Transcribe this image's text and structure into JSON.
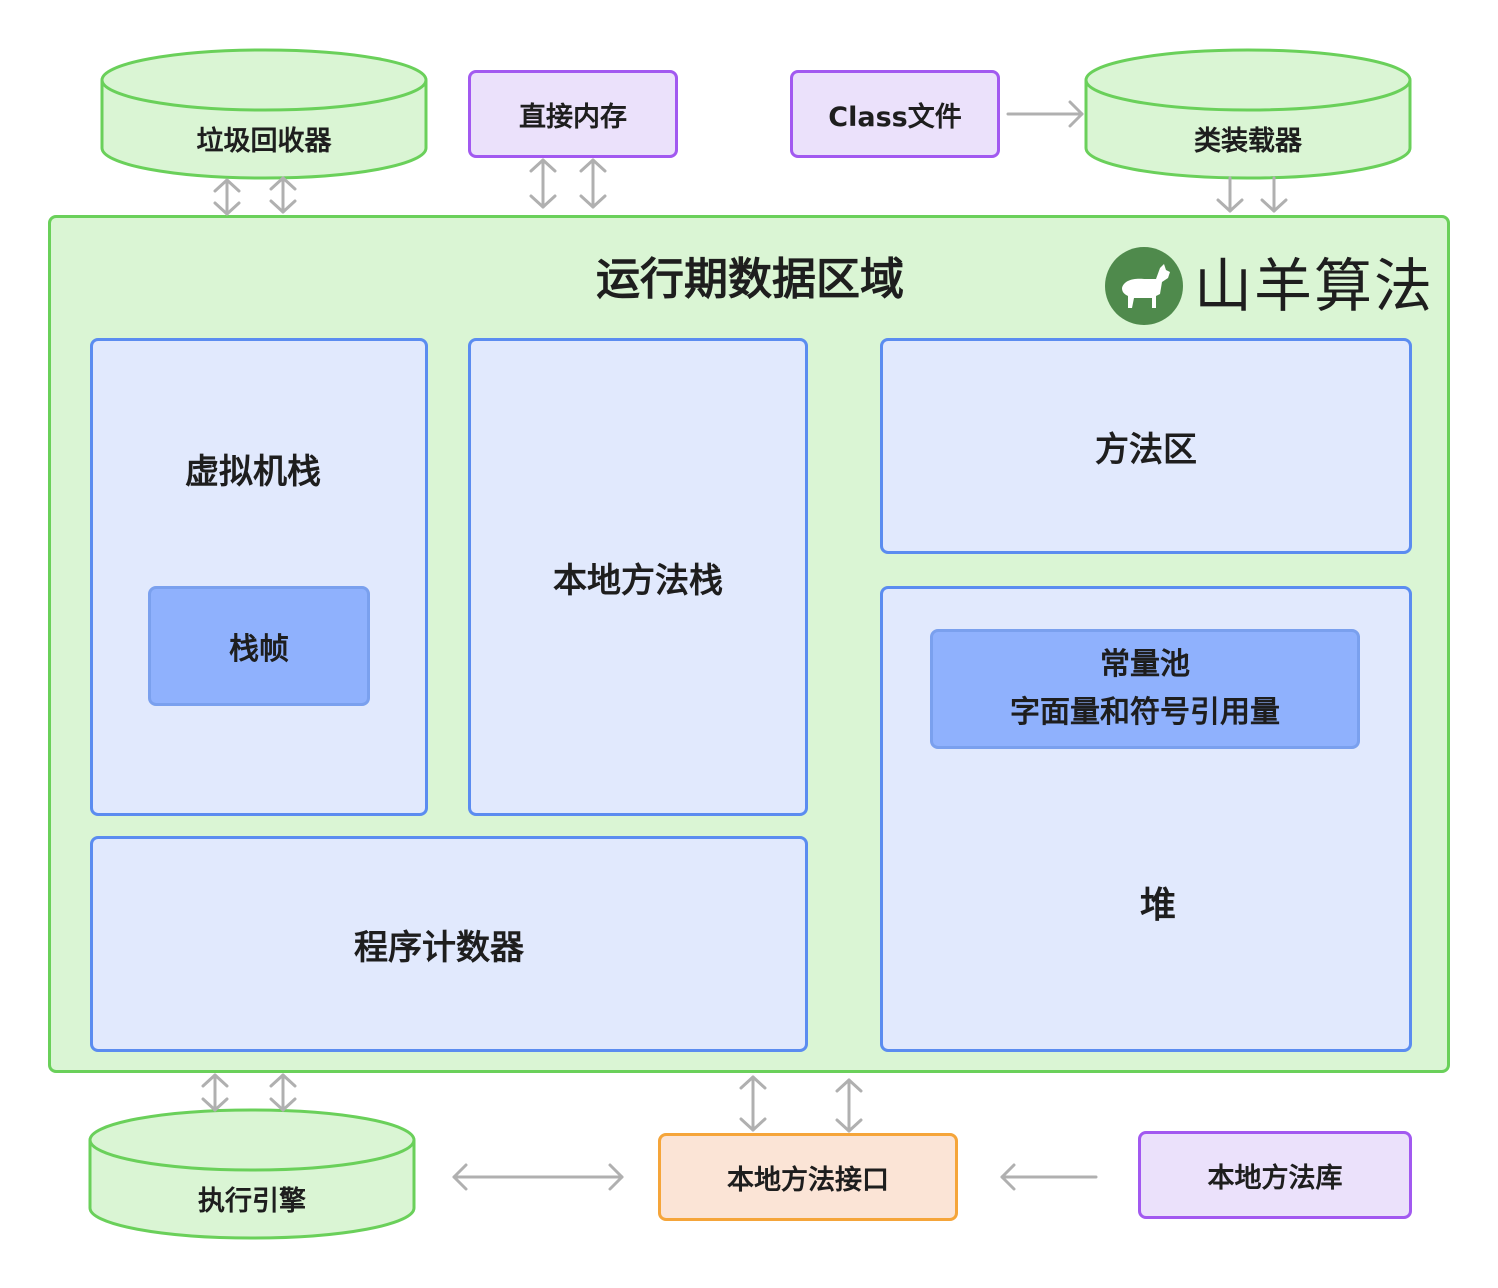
{
  "top": {
    "garbage_collector": "垃圾回收器",
    "direct_memory": "直接内存",
    "class_file": "Class文件",
    "class_loader": "类装载器"
  },
  "runtime": {
    "title": "运行期数据区域",
    "brand": "山羊算法",
    "vm_stack": "虚拟机栈",
    "stack_frame": "栈帧",
    "native_method_stack": "本地方法栈",
    "method_area": "方法区",
    "constant_pool_line1": "常量池",
    "constant_pool_line2": "字面量和符号引用量",
    "heap": "堆",
    "program_counter": "程序计数器"
  },
  "bottom": {
    "execution_engine": "执行引擎",
    "native_interface": "本地方法接口",
    "native_library": "本地方法库"
  },
  "colors": {
    "green_fill": "#daf5d4",
    "green_stroke": "#6ad05a",
    "purple_fill": "#ebe1fb",
    "purple_stroke": "#a259f0",
    "blue_fill": "#e1e9fd",
    "blue_stroke": "#5b8cf0",
    "blue_inner": "#8fb1fd",
    "orange_fill": "#fbe4d6",
    "orange_stroke": "#f5a53a",
    "logo_green": "#4f8a4c",
    "arrow_gray": "#b0b0b0"
  }
}
